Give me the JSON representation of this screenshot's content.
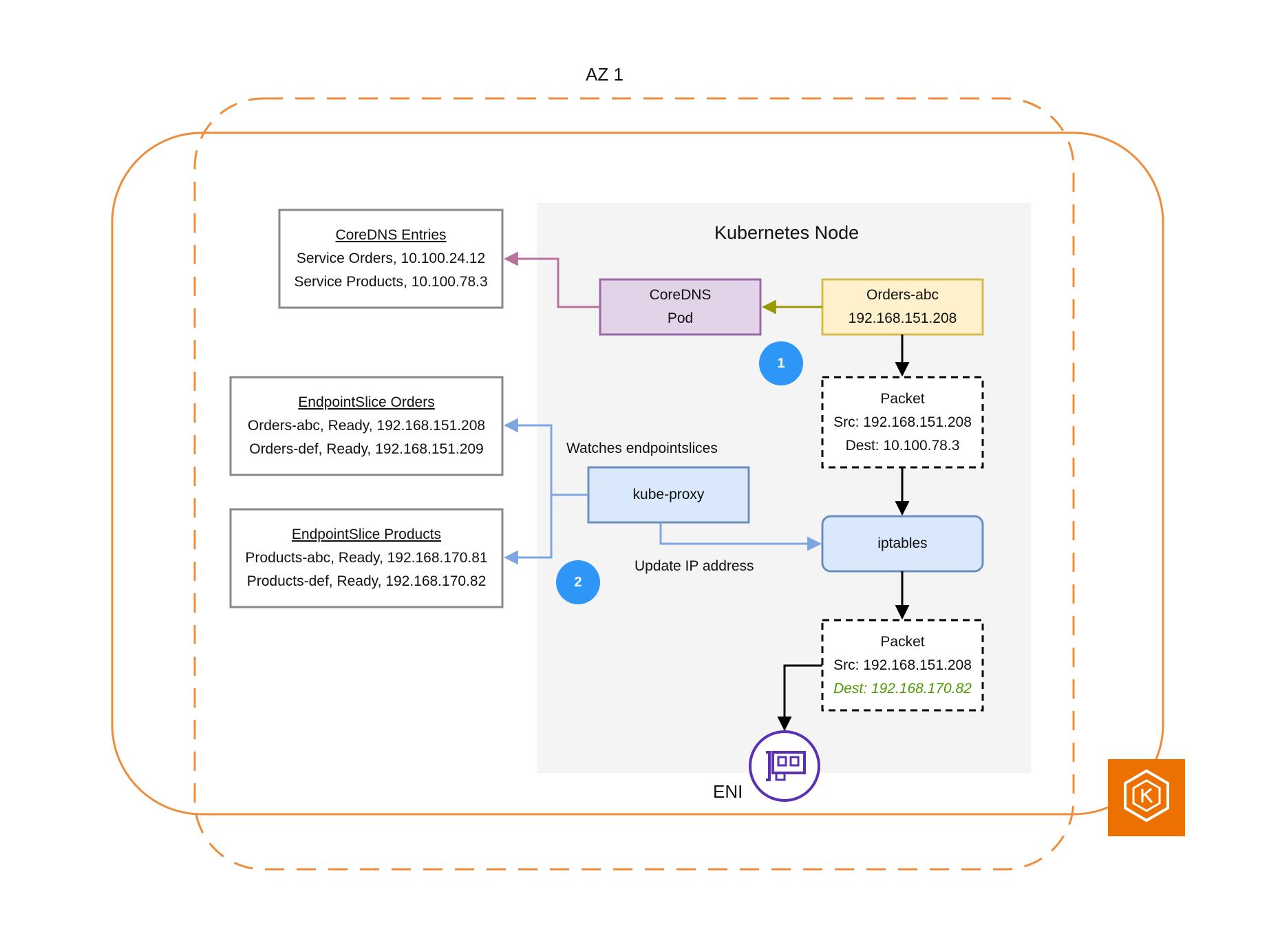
{
  "az_label": "AZ 1",
  "node_title": "Kubernetes Node",
  "coredns_entries": {
    "title": "CoreDNS Entries",
    "lines": [
      "Service Orders, 10.100.24.12",
      "Service Products, 10.100.78.3"
    ]
  },
  "endpointslice_orders": {
    "title": "EndpointSlice Orders",
    "lines": [
      "Orders-abc, Ready, 192.168.151.208",
      "Orders-def, Ready, 192.168.151.209"
    ]
  },
  "endpointslice_products": {
    "title": "EndpointSlice Products",
    "lines": [
      "Products-abc, Ready, 192.168.170.81",
      "Products-def, Ready, 192.168.170.82"
    ]
  },
  "coredns_pod": {
    "line1": "CoreDNS",
    "line2": "Pod"
  },
  "orders_pod": {
    "line1": "Orders-abc",
    "line2": "192.168.151.208"
  },
  "packet_1": {
    "title": "Packet",
    "src": "Src: 192.168.151.208",
    "dest": "Dest: 10.100.78.3"
  },
  "packet_2": {
    "title": "Packet",
    "src": "Src: 192.168.151.208",
    "dest": "Dest: 192.168.170.82"
  },
  "kube_proxy": {
    "label": "kube-proxy"
  },
  "iptables": {
    "label": "iptables"
  },
  "watches_label": "Watches endpointslices",
  "update_label": "Update IP address",
  "eni_label": "ENI",
  "step_badges": [
    "1",
    "2"
  ],
  "colors": {
    "az_orange": "#ed8c3b",
    "node_bg": "#f4f4f4",
    "coredns_fill": "#e2d3e9",
    "coredns_stroke": "#9a6aa8",
    "orders_fill": "#fff1cc",
    "orders_stroke": "#d8b94e",
    "blue_fill": "#dae8fc",
    "blue_stroke": "#6c8ebf",
    "badge_blue": "#2e96f7",
    "pink_arrow": "#b5739d",
    "olive_arrow": "#999900",
    "light_blue_arrow": "#7ea6e0",
    "green_text": "#4d9900",
    "eni_purple": "#5a30b5",
    "eks_orange": "#ed7100"
  },
  "icons": {
    "eni": "network-interface-icon",
    "eks": "eks-kubernetes-icon"
  }
}
